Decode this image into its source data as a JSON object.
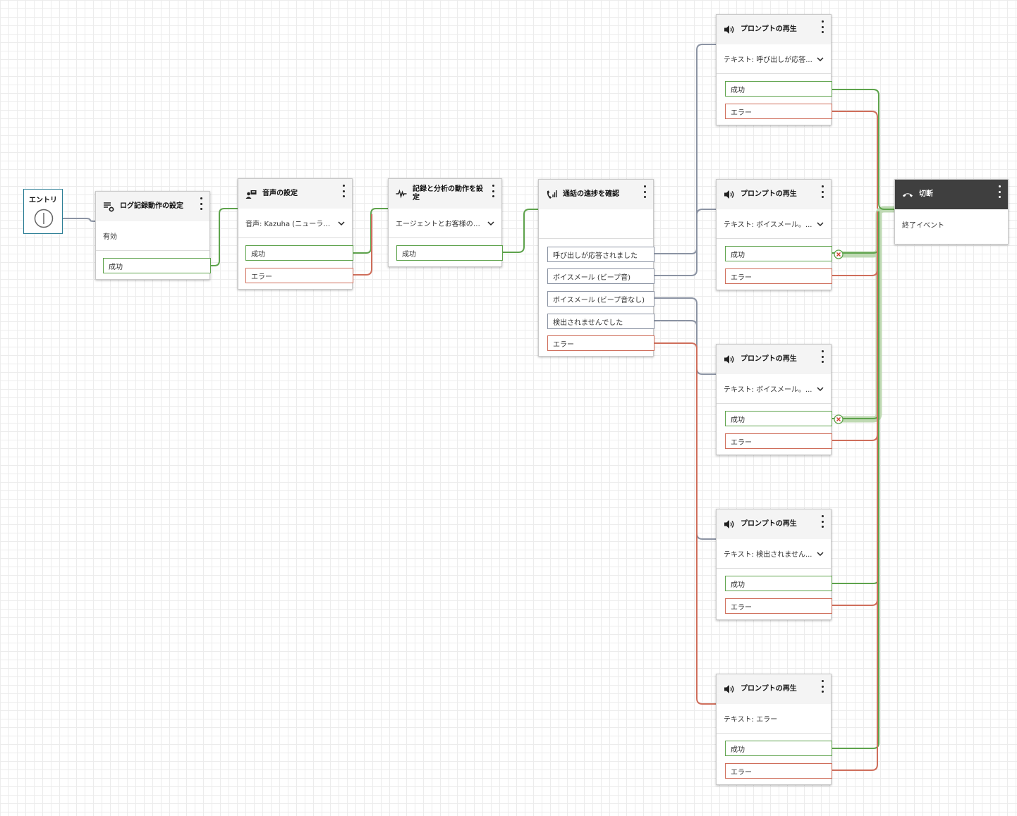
{
  "entry": {
    "label": "エントリ"
  },
  "blocks": {
    "logging": {
      "title": "ログ記録動作の設定",
      "body": "有効",
      "success": "成功"
    },
    "voice": {
      "title": "音声の設定",
      "body": "音声: Kazuha (ニューラル...",
      "success": "成功",
      "error": "エラー"
    },
    "recording": {
      "title": "記録と分析の動作を設定",
      "body": "エージェントとお客様の音...",
      "success": "成功"
    },
    "progress": {
      "title": "通話の進捗を確認",
      "branches": [
        "呼び出しが応答されました",
        "ボイスメール (ビープ音)",
        "ボイスメール (ビープ音なし)",
        "検出されませんでした",
        "エラー"
      ]
    },
    "prompt1": {
      "title": "プロンプトの再生",
      "body": "テキスト: 呼び出しが応答...",
      "success": "成功",
      "error": "エラー"
    },
    "prompt2": {
      "title": "プロンプトの再生",
      "body": "テキスト: ボイスメール。...",
      "success": "成功",
      "error": "エラー"
    },
    "prompt3": {
      "title": "プロンプトの再生",
      "body": "テキスト: ボイスメール。...",
      "success": "成功",
      "error": "エラー"
    },
    "prompt4": {
      "title": "プロンプトの再生",
      "body": "テキスト: 検出されません...",
      "success": "成功",
      "error": "エラー"
    },
    "prompt5": {
      "title": "プロンプトの再生",
      "body": "テキスト: エラー",
      "success": "成功",
      "error": "エラー"
    },
    "disconnect": {
      "title": "切断",
      "body": "終了イベント"
    }
  },
  "colors": {
    "success": "#5ea34c",
    "error": "#cf6e5b",
    "neutral": "#8b93a3",
    "highlight": "#b9d6ac",
    "dark_header": "#3f3f3f",
    "entry_border": "#2a7d94"
  },
  "icons": {
    "logging": "log-settings-icon",
    "voice": "voice-settings-icon",
    "recording": "waveform-icon",
    "progress": "call-progress-icon",
    "prompt": "speaker-icon",
    "disconnect": "hangup-icon",
    "menu": "kebab-menu-icon",
    "chevron": "chevron-down-icon",
    "entry": "entry-point-icon",
    "error_mark": "close-circle-icon"
  }
}
